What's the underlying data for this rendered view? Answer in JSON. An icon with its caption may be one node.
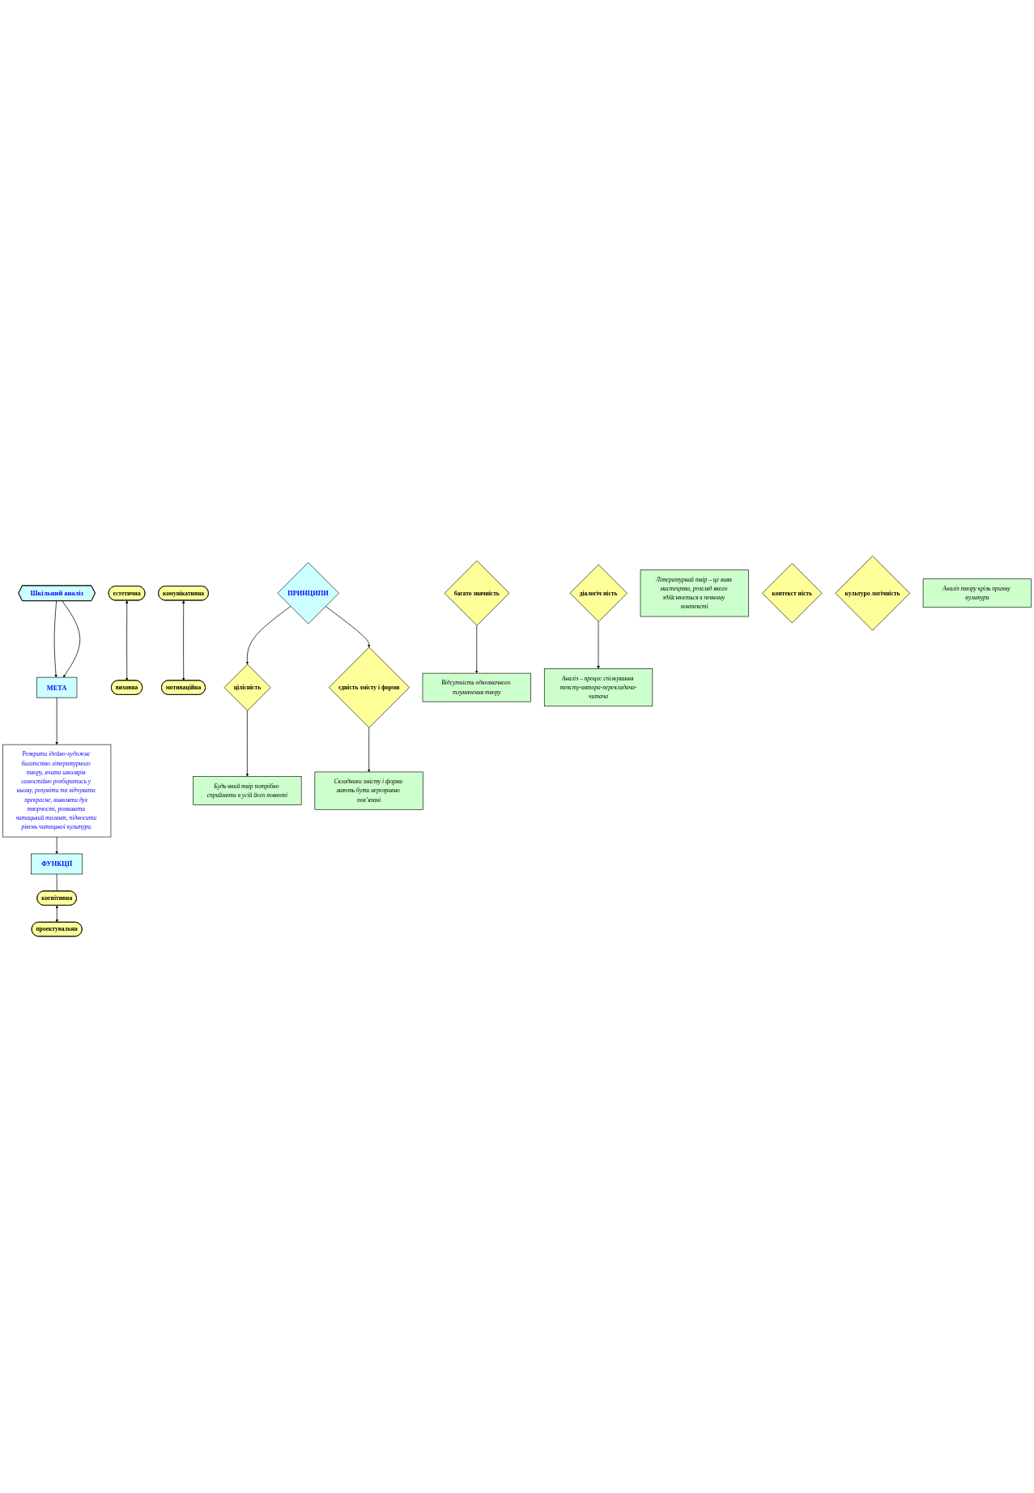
{
  "diagram": {
    "nodes": [
      {
        "text": [
          "Шкільний аналіз"
        ]
      },
      {
        "text": [
          "МЕТА"
        ]
      },
      {
        "text": [
          "Розкрити ідейно-художнє багатство літературного твору, вчити школярів самостійно розбиратись у ньому, розуміти та відчувати прекрасне, виявляти дух творчості, розвивати читацький талант, підносити рівень читацької культури."
        ]
      },
      {
        "text": [
          "ФУНКЦІЇ"
        ]
      },
      {
        "text": [
          "естетична"
        ]
      },
      {
        "text": [
          "комунікативна"
        ]
      },
      {
        "text": [
          "когнітивна"
        ]
      },
      {
        "text": [
          "виховна"
        ]
      },
      {
        "text": [
          "мотиваційна"
        ]
      },
      {
        "text": [
          "проектувальна"
        ]
      },
      {
        "text": [
          "ПРИНЦИПИ"
        ]
      },
      {
        "text": [
          "Будь-який твір потрібно сприймати в усій його повноті"
        ]
      },
      {
        "text": [
          "цілісність"
        ]
      },
      {
        "text": [
          "єдність змісту і форми"
        ]
      },
      {
        "text": [
          "Складники змісту і форми мають бути нерозривно пов’язані"
        ]
      },
      {
        "text": [
          "Відсутність однозначного тлумачення твору"
        ]
      },
      {
        "text": [
          "багато значність"
        ]
      },
      {
        "text": [
          "діалогіч ність"
        ]
      },
      {
        "text": [
          "Аналіз – процес спілкування тексту-автора-перекладача-читача"
        ]
      },
      {
        "text": [
          "Літературний твір – це вияв мистецтва, розгляд якого здійснюється в певному контексті"
        ]
      },
      {
        "text": [
          "контекст ність"
        ]
      },
      {
        "text": [
          "культуро логічність"
        ]
      },
      {
        "text": [
          "Аналіз твору крізь призму культури"
        ]
      }
    ],
    "edges": [
      {
        "from": 0,
        "to": 1,
        "arrow": "to"
      },
      {
        "from": 0,
        "to": 1,
        "arrow": "to"
      },
      {
        "from": 1,
        "to": 2,
        "arrow": "to"
      },
      {
        "from": 2,
        "to": 3,
        "arrow": "to"
      },
      {
        "from": 3,
        "to": 6,
        "arrow": "none"
      },
      {
        "from": 4,
        "to": 7,
        "arrow": "both"
      },
      {
        "from": 5,
        "to": 8,
        "arrow": "both"
      },
      {
        "from": 6,
        "to": 9,
        "arrow": "both"
      },
      {
        "from": 10,
        "to": 12,
        "arrow": "to"
      },
      {
        "from": 10,
        "to": 13,
        "arrow": "to"
      },
      {
        "from": 12,
        "to": 11,
        "arrow": "to"
      },
      {
        "from": 13,
        "to": 14,
        "arrow": "to"
      },
      {
        "from": 16,
        "to": 15,
        "arrow": "to"
      },
      {
        "from": 17,
        "to": 18,
        "arrow": "to"
      }
    ]
  }
}
